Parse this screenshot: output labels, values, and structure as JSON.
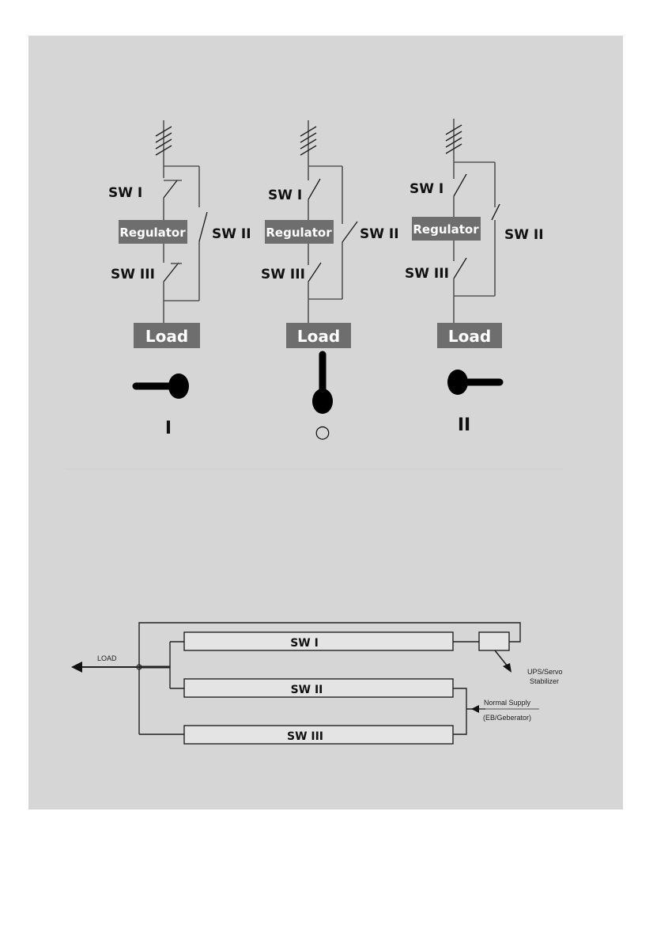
{
  "schematics": [
    {
      "sw1": "SW I",
      "regulator": "Regulator",
      "sw2": "SW II",
      "sw3": "SW III",
      "load": "Load",
      "position": "I"
    },
    {
      "sw1": "SW I",
      "regulator": "Regulator",
      "sw2": "SW II",
      "sw3": "SW III",
      "load": "Load",
      "position": "○"
    },
    {
      "sw1": "SW I",
      "regulator": "Regulator",
      "sw2": "SW II",
      "sw3": "SW III",
      "load": "Load",
      "position": "II"
    }
  ],
  "bus": {
    "load_label": "LOAD",
    "bar1": "SW I",
    "bar2": "SW II",
    "bar3": "SW III",
    "ups_line1": "UPS/Servo",
    "ups_line2": "Stabilizer",
    "supply_line1": "Normal Supply",
    "supply_line2": "(EB/Geberator)"
  },
  "colors": {
    "panel": "#d6d6d6",
    "box_fill": "#6e6e6e",
    "bar_fill": "#e4e4e4"
  }
}
